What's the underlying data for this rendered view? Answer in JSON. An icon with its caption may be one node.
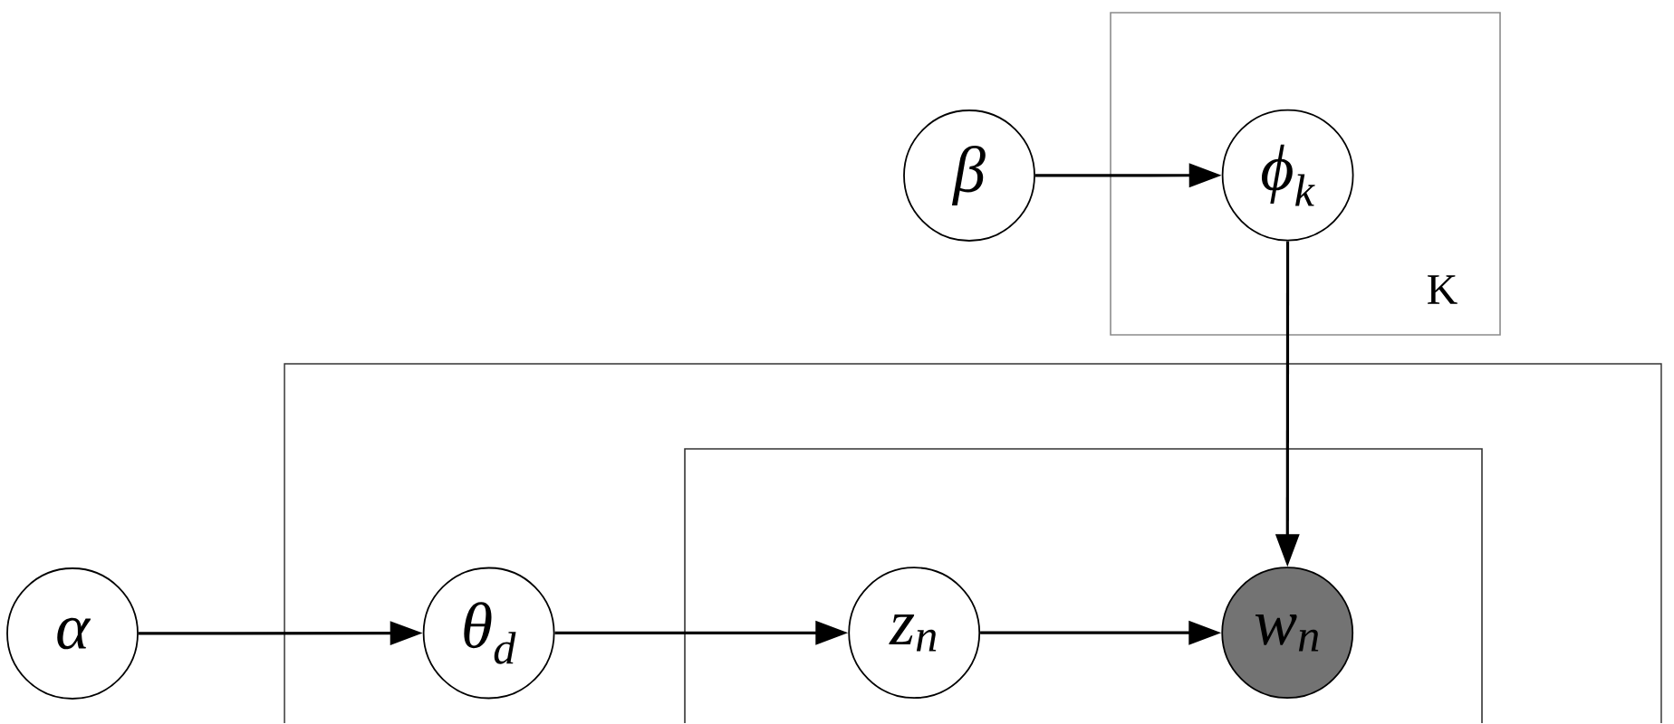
{
  "diagram": {
    "nodes": [
      {
        "text": [
          "K"
        ]
      },
      {
        "text": [
          "β"
        ]
      },
      {
        "text": [
          "ϕ$_{k}$"
        ],
        "in": 0
      },
      {
        "text": [],
        "shape": "box"
      },
      {
        "text": [],
        "shape": "box",
        "in": 3
      },
      {
        "text": [
          "α"
        ]
      },
      {
        "text": [
          "θ$_{d}$"
        ],
        "in": 3
      },
      {
        "text": [
          "z$_{n}$"
        ],
        "in": 4
      },
      {
        "text": [
          "w$_{n}$"
        ],
        "in": 4
      }
    ],
    "edges": [
      {
        "from": 1,
        "to": 2,
        "arrow": "to"
      },
      {
        "from": 2,
        "to": 8,
        "arrow": "to"
      },
      {
        "from": 5,
        "to": 6,
        "arrow": "to"
      },
      {
        "from": 6,
        "to": 7,
        "arrow": "to"
      },
      {
        "from": 7,
        "to": 8,
        "arrow": "to"
      }
    ]
  }
}
